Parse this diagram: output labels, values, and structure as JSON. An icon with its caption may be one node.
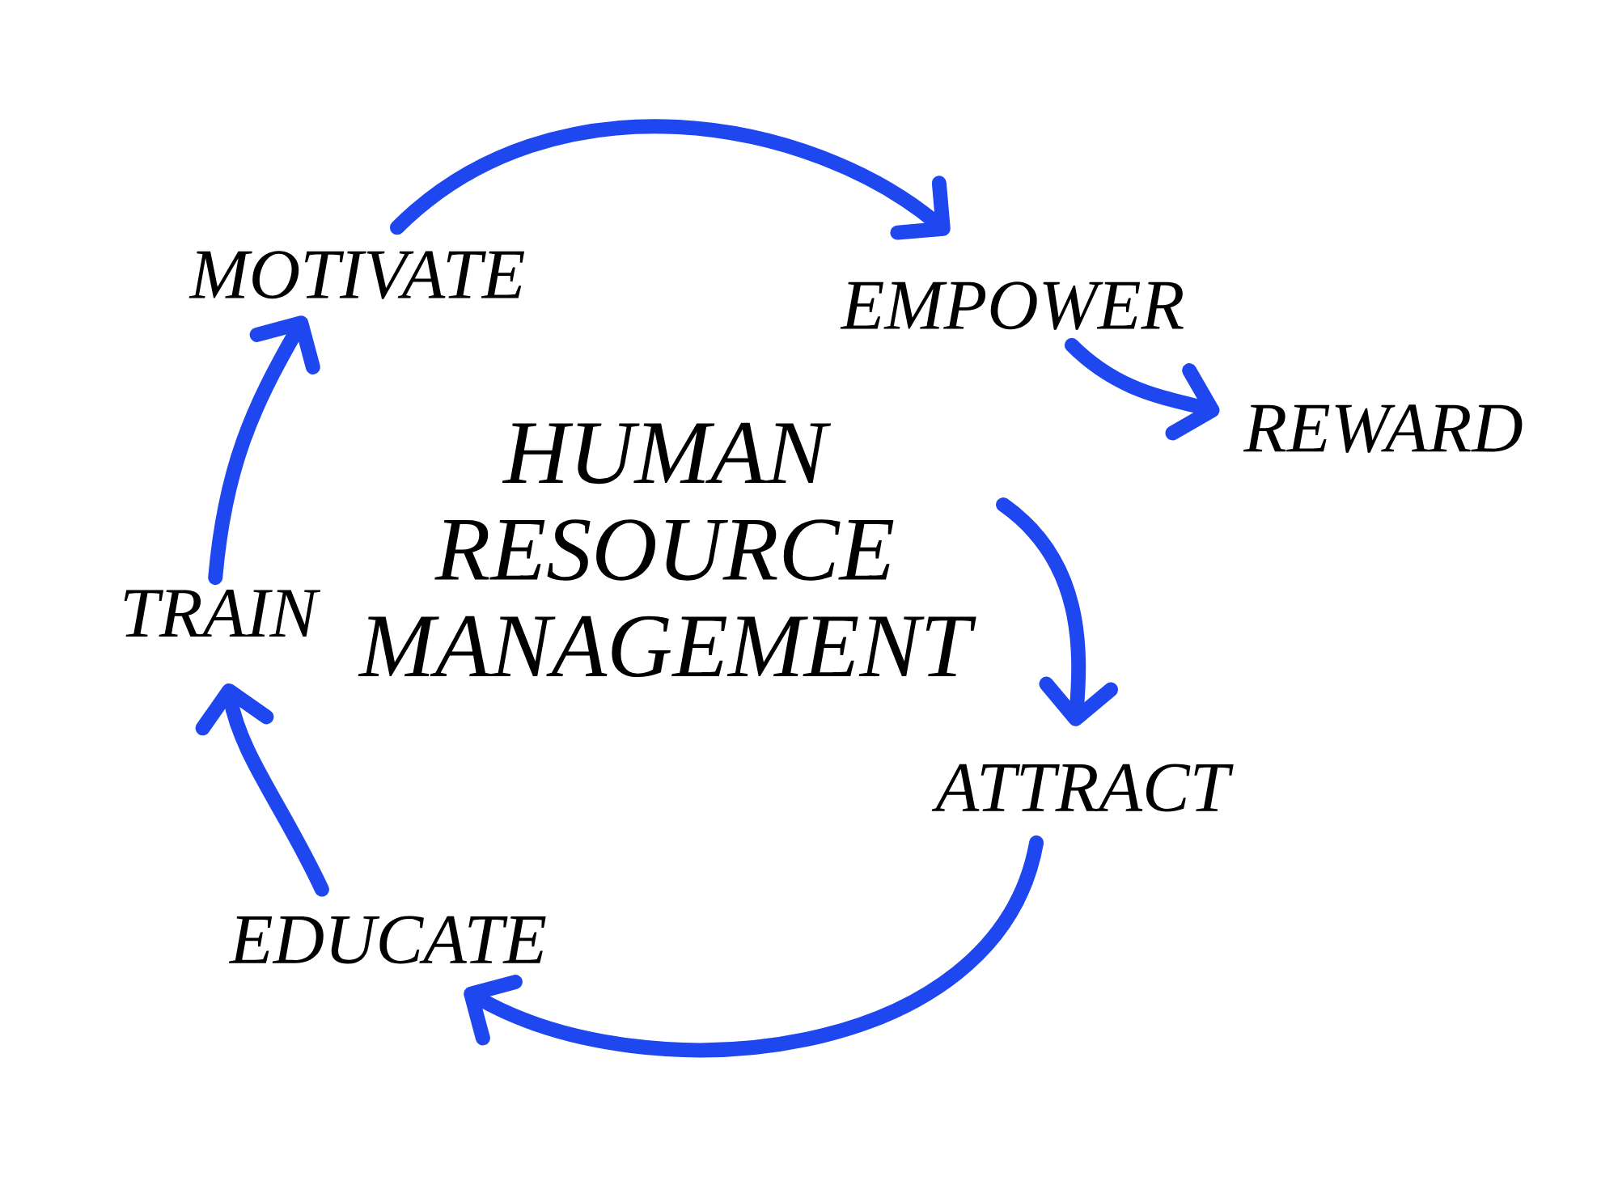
{
  "diagram": {
    "nodes": [
      {
        "text": [
          "MOTIVATE"
        ]
      },
      {
        "text": [
          "EMPOWER"
        ]
      },
      {
        "text": [
          "REWARD"
        ]
      },
      {
        "text": [
          "HUMAN RESOURCE MANAGEMENT"
        ]
      },
      {
        "text": [
          "TRAIN"
        ]
      },
      {
        "text": [
          "ATTRACT"
        ]
      },
      {
        "text": [
          "EDUCATE"
        ]
      }
    ],
    "edges": [
      {
        "from": 3,
        "to": 5,
        "arrow": "to"
      },
      {
        "from": 5,
        "to": 6,
        "arrow": "to"
      },
      {
        "from": 6,
        "to": 4,
        "arrow": "to"
      },
      {
        "from": 4,
        "to": 0,
        "arrow": "to"
      },
      {
        "from": 0,
        "to": 1,
        "arrow": "to"
      },
      {
        "from": 1,
        "to": 2,
        "arrow": "to"
      }
    ]
  }
}
